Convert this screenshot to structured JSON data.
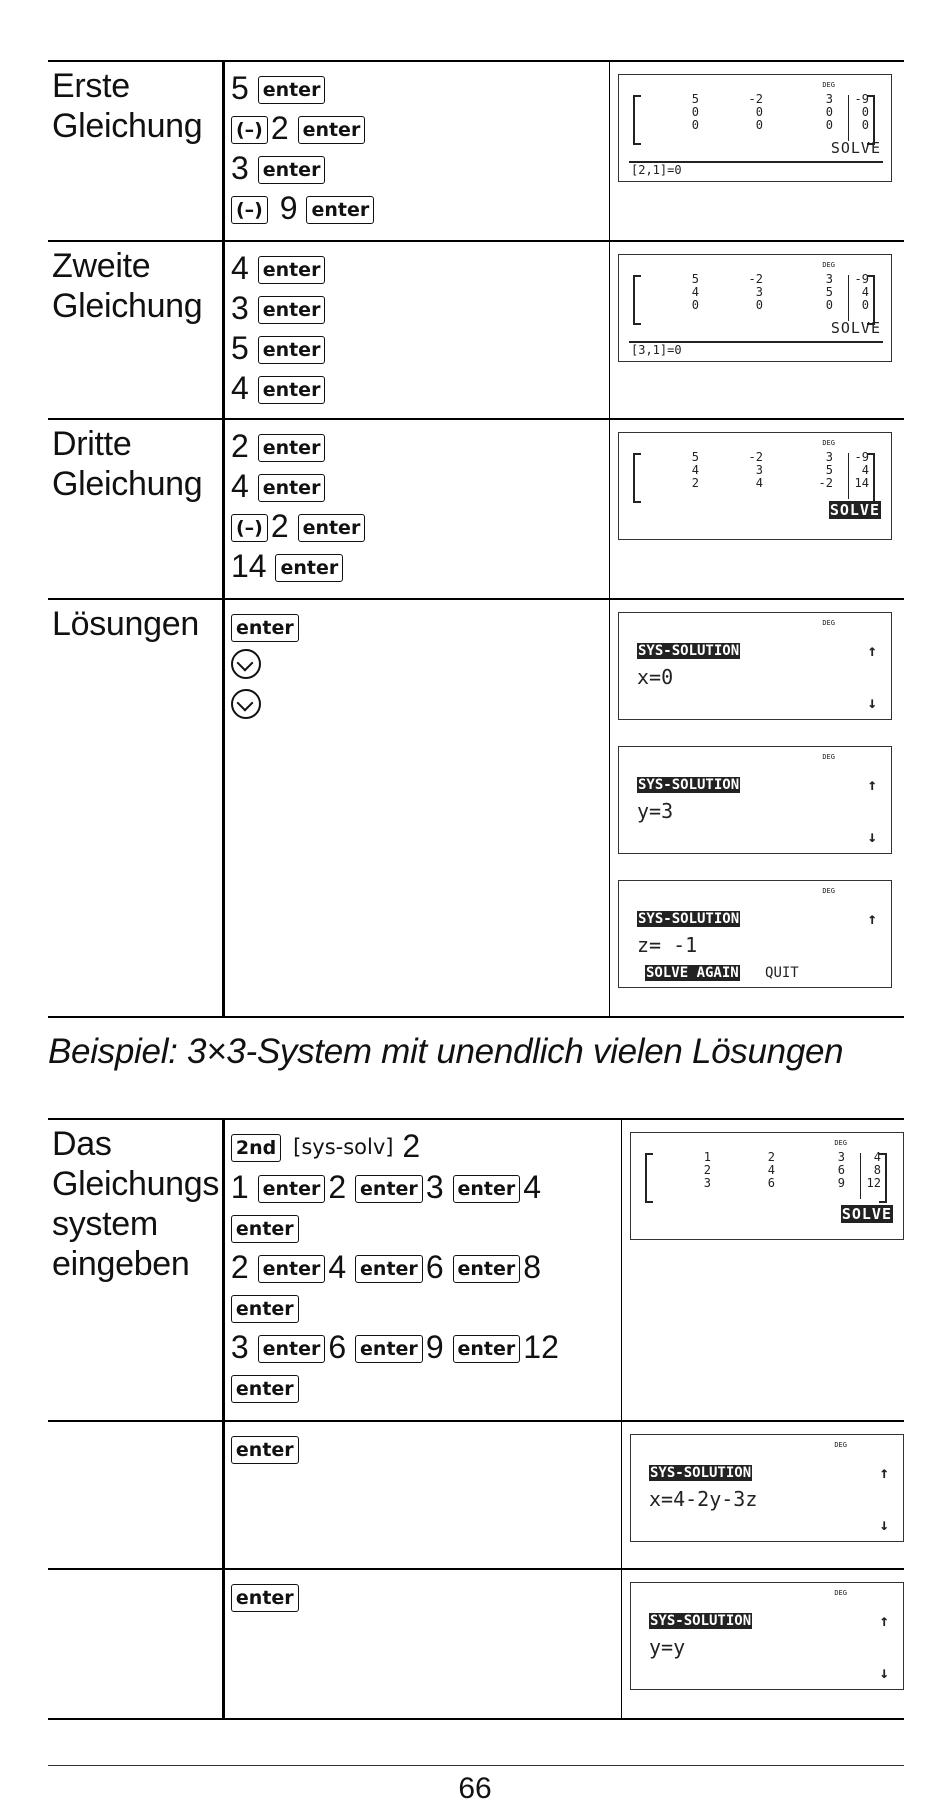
{
  "table1": {
    "rows": [
      {
        "label": "Erste\nGleichung",
        "keys": [
          {
            "pre": "5",
            "key": "enter"
          },
          {
            "neg": "(–)",
            "num": "2",
            "key": "enter"
          },
          {
            "pre": "3",
            "key": "enter"
          },
          {
            "neg": "(–)",
            "num": "9",
            "key": "enter"
          }
        ],
        "screen": {
          "type": "matrix",
          "cols": [
            [
              "5",
              "0",
              "0"
            ],
            [
              "-2",
              "0",
              "0"
            ],
            [
              "3",
              "0",
              "0"
            ],
            [
              "-9",
              "0",
              "0"
            ]
          ],
          "solve": "SOLVE",
          "status": "[2,1]=0"
        }
      },
      {
        "label": "Zweite\nGleichung",
        "keys": [
          {
            "pre": "4",
            "key": "enter"
          },
          {
            "pre": "3",
            "key": "enter"
          },
          {
            "pre": "5",
            "key": "enter"
          },
          {
            "pre": "4",
            "key": "enter"
          }
        ],
        "screen": {
          "type": "matrix",
          "cols": [
            [
              "5",
              "4",
              "0"
            ],
            [
              "-2",
              "3",
              "0"
            ],
            [
              "3",
              "5",
              "0"
            ],
            [
              "-9",
              "4",
              "0"
            ]
          ],
          "solve": "SOLVE",
          "status": "[3,1]=0"
        }
      },
      {
        "label": "Dritte\nGleichung",
        "keys": [
          {
            "pre": "2",
            "key": "enter"
          },
          {
            "pre": "4",
            "key": "enter"
          },
          {
            "neg": "(–)",
            "num": "2",
            "key": "enter"
          },
          {
            "pre": "14",
            "key": "enter"
          }
        ],
        "screen": {
          "type": "matrix",
          "cols": [
            [
              "5",
              "4",
              "2"
            ],
            [
              "-2",
              "3",
              "4"
            ],
            [
              "3",
              "5",
              "-2"
            ],
            [
              "-9",
              "4",
              "14"
            ]
          ],
          "solve": "SOLVE",
          "status": ""
        }
      },
      {
        "label": "Lösungen",
        "keys": [
          "enter",
          "down-arrow",
          "down-arrow"
        ],
        "screens": [
          {
            "head": "SYS-SOLUTION",
            "eq": "x=0",
            "menu": ""
          },
          {
            "head": "SYS-SOLUTION",
            "eq": "y=3",
            "menu": ""
          },
          {
            "head": "SYS-SOLUTION",
            "eq": "z= -1",
            "menu_a": "SOLVE AGAIN",
            "menu_b": "QUIT"
          }
        ]
      }
    ]
  },
  "caption": "Beispiel: 3×3-System mit unendlich vielen Lösungen",
  "table2": {
    "rows": [
      {
        "label": "Das\nGleichungs\nsystem\neingeben",
        "line1": {
          "k1": "2nd",
          "k2": "[sys-solv]",
          "n": "2"
        },
        "groups": [
          [
            "1",
            "2",
            "3",
            "4"
          ],
          [
            "2",
            "4",
            "6",
            "8"
          ],
          [
            "3",
            "6",
            "9",
            "12"
          ]
        ],
        "key": "enter",
        "screen": {
          "cols": [
            [
              "1",
              "2",
              "3"
            ],
            [
              "2",
              "4",
              "6"
            ],
            [
              "3",
              "6",
              "9"
            ],
            [
              "4",
              "8",
              "12"
            ]
          ],
          "solve": "SOLVE"
        }
      },
      {
        "label": "",
        "key": "enter",
        "screen": {
          "head": "SYS-SOLUTION",
          "eq": "x=4-2y-3z"
        }
      },
      {
        "label": "",
        "key": "enter",
        "screen": {
          "head": "SYS-SOLUTION",
          "eq": "y=y"
        }
      }
    ]
  },
  "page_number": "66",
  "indicator": "DEG"
}
